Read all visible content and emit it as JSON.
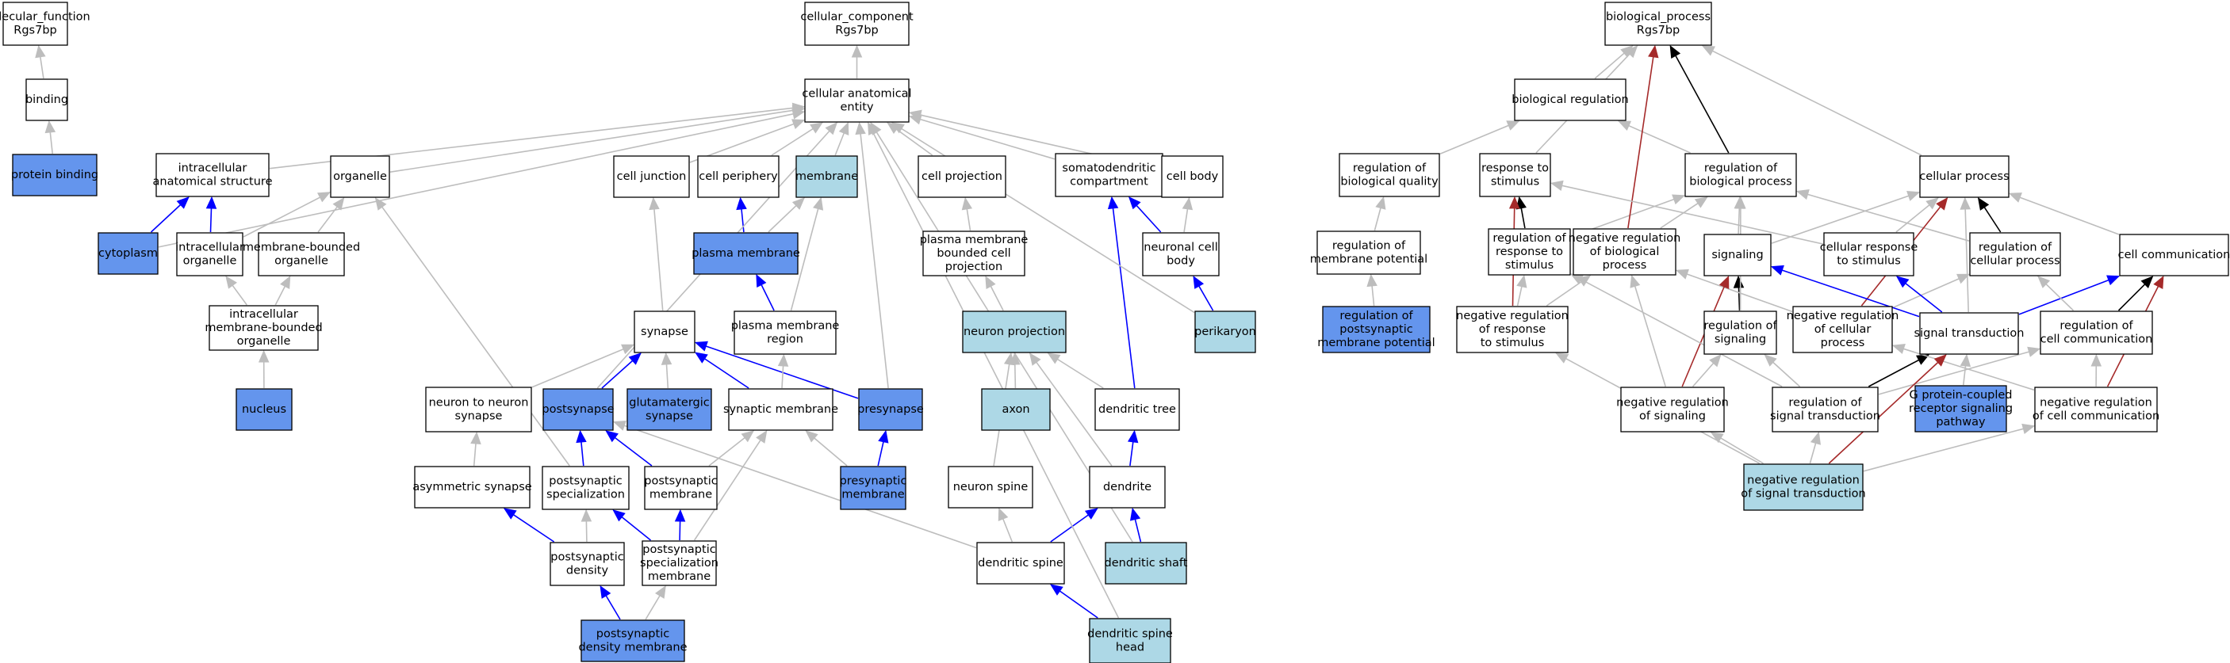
{
  "graph": {
    "colors": {
      "white": "#ffffff",
      "light": "#add8e6",
      "dark": "#6495ed",
      "gray": "#bdbdbd",
      "blue": "#0000ff",
      "black": "#000000",
      "red": "#a52a2a"
    },
    "nodes": [
      {
        "id": "mf_root",
        "lines": [
          "molecular_function",
          "Rgs7bp"
        ],
        "fill": "white"
      },
      {
        "id": "binding",
        "lines": [
          "binding"
        ],
        "fill": "white"
      },
      {
        "id": "protein_binding",
        "lines": [
          "protein binding"
        ],
        "fill": "dark"
      },
      {
        "id": "cc_root",
        "lines": [
          "cellular_component",
          "Rgs7bp"
        ],
        "fill": "white"
      },
      {
        "id": "cae",
        "lines": [
          "cellular anatomical",
          "entity"
        ],
        "fill": "white"
      },
      {
        "id": "ias",
        "lines": [
          "intracellular",
          "anatomical structure"
        ],
        "fill": "white"
      },
      {
        "id": "organelle",
        "lines": [
          "organelle"
        ],
        "fill": "white"
      },
      {
        "id": "cell_junction",
        "lines": [
          "cell junction"
        ],
        "fill": "white"
      },
      {
        "id": "cell_periphery",
        "lines": [
          "cell periphery"
        ],
        "fill": "white"
      },
      {
        "id": "membrane",
        "lines": [
          "membrane"
        ],
        "fill": "light"
      },
      {
        "id": "cell_projection",
        "lines": [
          "cell projection"
        ],
        "fill": "white"
      },
      {
        "id": "somatodendritic",
        "lines": [
          "somatodendritic",
          "compartment"
        ],
        "fill": "white"
      },
      {
        "id": "cell_body",
        "lines": [
          "cell body"
        ],
        "fill": "white"
      },
      {
        "id": "cytoplasm",
        "lines": [
          "cytoplasm"
        ],
        "fill": "dark"
      },
      {
        "id": "intra_org",
        "lines": [
          "intracellular",
          "organelle"
        ],
        "fill": "white"
      },
      {
        "id": "mbo",
        "lines": [
          "membrane-bounded",
          "organelle"
        ],
        "fill": "white"
      },
      {
        "id": "plasma_membrane",
        "lines": [
          "plasma membrane"
        ],
        "fill": "dark"
      },
      {
        "id": "pmbcp",
        "lines": [
          "plasma membrane",
          "bounded cell",
          "projection"
        ],
        "fill": "white"
      },
      {
        "id": "neuronal_cell_body",
        "lines": [
          "neuronal cell",
          "body"
        ],
        "fill": "white"
      },
      {
        "id": "imbo",
        "lines": [
          "intracellular",
          "membrane-bounded",
          "organelle"
        ],
        "fill": "white"
      },
      {
        "id": "synapse",
        "lines": [
          "synapse"
        ],
        "fill": "white"
      },
      {
        "id": "pmr",
        "lines": [
          "plasma membrane",
          "region"
        ],
        "fill": "white"
      },
      {
        "id": "neuron_projection",
        "lines": [
          "neuron projection"
        ],
        "fill": "light"
      },
      {
        "id": "perikaryon",
        "lines": [
          "perikaryon"
        ],
        "fill": "light"
      },
      {
        "id": "nucleus",
        "lines": [
          "nucleus"
        ],
        "fill": "dark"
      },
      {
        "id": "n2n_synapse",
        "lines": [
          "neuron to neuron",
          "synapse"
        ],
        "fill": "white"
      },
      {
        "id": "postsynapse",
        "lines": [
          "postsynapse"
        ],
        "fill": "dark"
      },
      {
        "id": "glut_synapse",
        "lines": [
          "glutamatergic",
          "synapse"
        ],
        "fill": "dark"
      },
      {
        "id": "syn_membrane",
        "lines": [
          "synaptic membrane"
        ],
        "fill": "white"
      },
      {
        "id": "presynapse",
        "lines": [
          "presynapse"
        ],
        "fill": "dark"
      },
      {
        "id": "axon",
        "lines": [
          "axon"
        ],
        "fill": "light"
      },
      {
        "id": "dendritic_tree",
        "lines": [
          "dendritic tree"
        ],
        "fill": "white"
      },
      {
        "id": "asym_synapse",
        "lines": [
          "asymmetric synapse"
        ],
        "fill": "white"
      },
      {
        "id": "ps_spec",
        "lines": [
          "postsynaptic",
          "specialization"
        ],
        "fill": "white"
      },
      {
        "id": "ps_membrane",
        "lines": [
          "postsynaptic",
          "membrane"
        ],
        "fill": "white"
      },
      {
        "id": "pre_membrane",
        "lines": [
          "presynaptic",
          "membrane"
        ],
        "fill": "dark"
      },
      {
        "id": "neuron_spine",
        "lines": [
          "neuron spine"
        ],
        "fill": "white"
      },
      {
        "id": "dendrite",
        "lines": [
          "dendrite"
        ],
        "fill": "white"
      },
      {
        "id": "psd",
        "lines": [
          "postsynaptic",
          "density"
        ],
        "fill": "white"
      },
      {
        "id": "pssm",
        "lines": [
          "postsynaptic",
          "specialization",
          "membrane"
        ],
        "fill": "white"
      },
      {
        "id": "dendritic_spine",
        "lines": [
          "dendritic spine"
        ],
        "fill": "white"
      },
      {
        "id": "dendritic_shaft",
        "lines": [
          "dendritic shaft"
        ],
        "fill": "light"
      },
      {
        "id": "psdm",
        "lines": [
          "postsynaptic",
          "density membrane"
        ],
        "fill": "dark"
      },
      {
        "id": "dsh",
        "lines": [
          "dendritic spine",
          "head"
        ],
        "fill": "light"
      },
      {
        "id": "bp_root",
        "lines": [
          "biological_process",
          "Rgs7bp"
        ],
        "fill": "white"
      },
      {
        "id": "bio_reg",
        "lines": [
          "biological regulation"
        ],
        "fill": "white"
      },
      {
        "id": "reg_bq",
        "lines": [
          "regulation of",
          "biological quality"
        ],
        "fill": "white"
      },
      {
        "id": "resp_stim",
        "lines": [
          "response to",
          "stimulus"
        ],
        "fill": "white"
      },
      {
        "id": "reg_bp",
        "lines": [
          "regulation of",
          "biological process"
        ],
        "fill": "white"
      },
      {
        "id": "cellular_process",
        "lines": [
          "cellular process"
        ],
        "fill": "white"
      },
      {
        "id": "reg_mp",
        "lines": [
          "regulation of",
          "membrane potential"
        ],
        "fill": "white"
      },
      {
        "id": "reg_rs",
        "lines": [
          "regulation of",
          "response to",
          "stimulus"
        ],
        "fill": "white"
      },
      {
        "id": "neg_reg_bp",
        "lines": [
          "negative regulation",
          "of biological",
          "process"
        ],
        "fill": "white"
      },
      {
        "id": "signaling",
        "lines": [
          "signaling"
        ],
        "fill": "white"
      },
      {
        "id": "cell_resp_stim",
        "lines": [
          "cellular response",
          "to stimulus"
        ],
        "fill": "white"
      },
      {
        "id": "reg_cp",
        "lines": [
          "regulation of",
          "cellular process"
        ],
        "fill": "white"
      },
      {
        "id": "cell_comm",
        "lines": [
          "cell communication"
        ],
        "fill": "white"
      },
      {
        "id": "reg_psmp",
        "lines": [
          "regulation of",
          "postsynaptic",
          "membrane potential"
        ],
        "fill": "dark"
      },
      {
        "id": "neg_reg_rs",
        "lines": [
          "negative regulation",
          "of response",
          "to stimulus"
        ],
        "fill": "white"
      },
      {
        "id": "reg_sig",
        "lines": [
          "regulation of",
          "signaling"
        ],
        "fill": "white"
      },
      {
        "id": "neg_reg_cp",
        "lines": [
          "negative regulation",
          "of cellular",
          "process"
        ],
        "fill": "white"
      },
      {
        "id": "sig_trans",
        "lines": [
          "signal transduction"
        ],
        "fill": "white"
      },
      {
        "id": "reg_cc",
        "lines": [
          "regulation of",
          "cell communication"
        ],
        "fill": "white"
      },
      {
        "id": "neg_reg_sig",
        "lines": [
          "negative regulation",
          "of signaling"
        ],
        "fill": "white"
      },
      {
        "id": "reg_st",
        "lines": [
          "regulation of",
          "signal transduction"
        ],
        "fill": "white"
      },
      {
        "id": "gpcr",
        "lines": [
          "G protein-coupled",
          "receptor signaling",
          "pathway"
        ],
        "fill": "dark"
      },
      {
        "id": "neg_reg_cc",
        "lines": [
          "negative regulation",
          "of cell communication"
        ],
        "fill": "white"
      },
      {
        "id": "neg_reg_st",
        "lines": [
          "negative regulation",
          "of signal transduction"
        ],
        "fill": "light"
      }
    ],
    "edges": [
      [
        "binding",
        "mf_root",
        "gray"
      ],
      [
        "protein_binding",
        "binding",
        "gray"
      ],
      [
        "cae",
        "cc_root",
        "gray"
      ],
      [
        "ias",
        "cae",
        "gray"
      ],
      [
        "organelle",
        "cae",
        "gray"
      ],
      [
        "cell_junction",
        "cae",
        "gray"
      ],
      [
        "cell_periphery",
        "cae",
        "gray"
      ],
      [
        "membrane",
        "cae",
        "gray"
      ],
      [
        "cell_projection",
        "cae",
        "gray"
      ],
      [
        "somatodendritic",
        "cae",
        "gray"
      ],
      [
        "cell_body",
        "cae",
        "gray"
      ],
      [
        "cytoplasm",
        "cae",
        "gray"
      ],
      [
        "cytoplasm",
        "ias",
        "blue"
      ],
      [
        "intra_org",
        "ias",
        "blue"
      ],
      [
        "intra_org",
        "organelle",
        "gray"
      ],
      [
        "mbo",
        "organelle",
        "gray"
      ],
      [
        "imbo",
        "intra_org",
        "gray"
      ],
      [
        "imbo",
        "mbo",
        "gray"
      ],
      [
        "nucleus",
        "imbo",
        "gray"
      ],
      [
        "plasma_membrane",
        "cell_periphery",
        "blue"
      ],
      [
        "plasma_membrane",
        "membrane",
        "gray"
      ],
      [
        "pmr",
        "plasma_membrane",
        "blue"
      ],
      [
        "pmr",
        "membrane",
        "gray"
      ],
      [
        "pmbcp",
        "cell_projection",
        "gray"
      ],
      [
        "neuron_projection",
        "pmbcp",
        "gray"
      ],
      [
        "axon",
        "neuron_projection",
        "gray"
      ],
      [
        "dendritic_tree",
        "neuron_projection",
        "gray"
      ],
      [
        "dendritic_tree",
        "somatodendritic",
        "blue"
      ],
      [
        "dendrite",
        "dendritic_tree",
        "blue"
      ],
      [
        "dendrite",
        "neuron_projection",
        "gray"
      ],
      [
        "neuron_spine",
        "neuron_projection",
        "gray"
      ],
      [
        "dendritic_spine",
        "neuron_spine",
        "gray"
      ],
      [
        "dendritic_spine",
        "dendrite",
        "blue"
      ],
      [
        "dendritic_shaft",
        "dendrite",
        "blue"
      ],
      [
        "dendritic_shaft",
        "cae",
        "gray"
      ],
      [
        "dsh",
        "dendritic_spine",
        "blue"
      ],
      [
        "dsh",
        "cae",
        "gray"
      ],
      [
        "neuronal_cell_body",
        "somatodendritic",
        "blue"
      ],
      [
        "neuronal_cell_body",
        "cell_body",
        "gray"
      ],
      [
        "perikaryon",
        "neuronal_cell_body",
        "blue"
      ],
      [
        "perikaryon",
        "cae",
        "gray"
      ],
      [
        "synapse",
        "cell_junction",
        "gray"
      ],
      [
        "n2n_synapse",
        "synapse",
        "gray"
      ],
      [
        "asym_synapse",
        "n2n_synapse",
        "gray"
      ],
      [
        "glut_synapse",
        "synapse",
        "gray"
      ],
      [
        "postsynapse",
        "synapse",
        "blue"
      ],
      [
        "postsynapse",
        "cae",
        "gray"
      ],
      [
        "presynapse",
        "synapse",
        "blue"
      ],
      [
        "presynapse",
        "cae",
        "gray"
      ],
      [
        "syn_membrane",
        "synapse",
        "blue"
      ],
      [
        "syn_membrane",
        "pmr",
        "gray"
      ],
      [
        "ps_spec",
        "postsynapse",
        "blue"
      ],
      [
        "ps_spec",
        "organelle",
        "gray"
      ],
      [
        "ps_membrane",
        "postsynapse",
        "blue"
      ],
      [
        "ps_membrane",
        "syn_membrane",
        "gray"
      ],
      [
        "pre_membrane",
        "presynapse",
        "blue"
      ],
      [
        "pre_membrane",
        "syn_membrane",
        "gray"
      ],
      [
        "psd",
        "asym_synapse",
        "blue"
      ],
      [
        "psd",
        "ps_spec",
        "gray"
      ],
      [
        "pssm",
        "ps_spec",
        "blue"
      ],
      [
        "pssm",
        "ps_membrane",
        "blue"
      ],
      [
        "pssm",
        "syn_membrane",
        "gray"
      ],
      [
        "psdm",
        "psd",
        "blue"
      ],
      [
        "psdm",
        "pssm",
        "gray"
      ],
      [
        "dendritic_spine",
        "postsynapse",
        "gray"
      ],
      [
        "bio_reg",
        "bp_root",
        "gray"
      ],
      [
        "reg_bp",
        "bp_root",
        "black"
      ],
      [
        "reg_bp",
        "bio_reg",
        "gray"
      ],
      [
        "cellular_process",
        "bp_root",
        "gray"
      ],
      [
        "resp_stim",
        "bp_root",
        "gray"
      ],
      [
        "reg_bq",
        "bio_reg",
        "gray"
      ],
      [
        "reg_mp",
        "reg_bq",
        "gray"
      ],
      [
        "reg_psmp",
        "reg_mp",
        "gray"
      ],
      [
        "reg_rs",
        "resp_stim",
        "black"
      ],
      [
        "reg_rs",
        "reg_bp",
        "gray"
      ],
      [
        "neg_reg_bp",
        "reg_bp",
        "gray"
      ],
      [
        "neg_reg_bp",
        "bp_root",
        "red"
      ],
      [
        "signaling",
        "reg_bp",
        "gray"
      ],
      [
        "signaling",
        "cellular_process",
        "gray"
      ],
      [
        "cell_resp_stim",
        "cellular_process",
        "gray"
      ],
      [
        "cell_resp_stim",
        "resp_stim",
        "gray"
      ],
      [
        "reg_cp",
        "cellular_process",
        "black"
      ],
      [
        "reg_cp",
        "reg_bp",
        "gray"
      ],
      [
        "cell_comm",
        "cellular_process",
        "gray"
      ],
      [
        "neg_reg_rs",
        "reg_rs",
        "gray"
      ],
      [
        "neg_reg_rs",
        "resp_stim",
        "red"
      ],
      [
        "neg_reg_rs",
        "neg_reg_bp",
        "gray"
      ],
      [
        "reg_sig",
        "signaling",
        "black"
      ],
      [
        "reg_sig",
        "reg_bp",
        "gray"
      ],
      [
        "neg_reg_cp",
        "cellular_process",
        "red"
      ],
      [
        "neg_reg_cp",
        "reg_cp",
        "gray"
      ],
      [
        "neg_reg_cp",
        "neg_reg_bp",
        "gray"
      ],
      [
        "sig_trans",
        "signaling",
        "blue"
      ],
      [
        "sig_trans",
        "cell_resp_stim",
        "blue"
      ],
      [
        "sig_trans",
        "cell_comm",
        "blue"
      ],
      [
        "sig_trans",
        "cellular_process",
        "gray"
      ],
      [
        "reg_cc",
        "cell_comm",
        "black"
      ],
      [
        "reg_cc",
        "reg_cp",
        "gray"
      ],
      [
        "neg_reg_sig",
        "reg_sig",
        "gray"
      ],
      [
        "neg_reg_sig",
        "signaling",
        "red"
      ],
      [
        "neg_reg_sig",
        "neg_reg_bp",
        "gray"
      ],
      [
        "reg_st",
        "sig_trans",
        "black"
      ],
      [
        "reg_st",
        "reg_sig",
        "gray"
      ],
      [
        "reg_st",
        "reg_rs",
        "gray"
      ],
      [
        "reg_st",
        "reg_cc",
        "gray"
      ],
      [
        "gpcr",
        "sig_trans",
        "gray"
      ],
      [
        "neg_reg_cc",
        "reg_cc",
        "gray"
      ],
      [
        "neg_reg_cc",
        "cell_comm",
        "red"
      ],
      [
        "neg_reg_cc",
        "neg_reg_cp",
        "gray"
      ],
      [
        "neg_reg_st",
        "reg_st",
        "gray"
      ],
      [
        "neg_reg_st",
        "sig_trans",
        "red"
      ],
      [
        "neg_reg_st",
        "neg_reg_sig",
        "gray"
      ],
      [
        "neg_reg_st",
        "neg_reg_rs",
        "gray"
      ],
      [
        "neg_reg_st",
        "neg_reg_cc",
        "gray"
      ]
    ]
  }
}
